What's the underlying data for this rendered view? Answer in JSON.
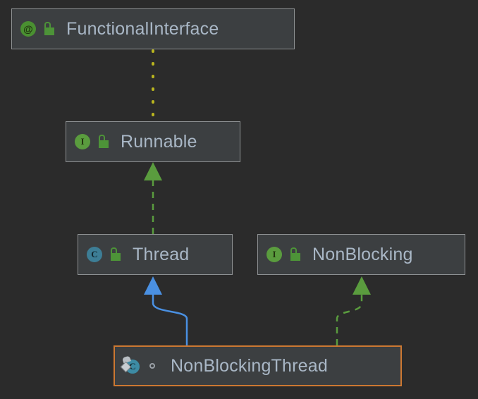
{
  "diagram": {
    "kind": "uml-class-hierarchy",
    "background_color": "#2b2b2b",
    "node_fill_color": "#3c3f41",
    "node_border_color": "#8e9193",
    "selected_border_color": "#cc7832",
    "label_color": "#a9b7c6",
    "nodes": [
      {
        "id": "functional-interface",
        "label": "FunctionalInterface",
        "type_icon": "annotation-icon",
        "type_glyph": "@",
        "type_color": "#4a9031",
        "modifier_icon": "public-unlocked-padlock-icon",
        "selected": false
      },
      {
        "id": "runnable",
        "label": "Runnable",
        "type_icon": "interface-icon",
        "type_glyph": "I",
        "type_color": "#5a9c3e",
        "modifier_icon": "public-unlocked-padlock-icon",
        "selected": false
      },
      {
        "id": "thread",
        "label": "Thread",
        "type_icon": "class-icon",
        "type_glyph": "C",
        "type_color": "#3d7e96",
        "modifier_icon": "public-unlocked-padlock-icon",
        "selected": false
      },
      {
        "id": "nonblocking",
        "label": "NonBlocking",
        "type_icon": "interface-icon",
        "type_glyph": "I",
        "type_color": "#5a9c3e",
        "modifier_icon": "public-unlocked-padlock-icon",
        "selected": false
      },
      {
        "id": "nonblockingthread",
        "label": "NonBlockingThread",
        "type_icon": "current-class-icon",
        "type_glyph": "C",
        "type_color": "#3d8ba4",
        "modifier_icon": "package-private-ring-icon",
        "selected": true
      }
    ],
    "edges": [
      {
        "id": "edge-functionalinterface-runnable",
        "from": "runnable",
        "to": "functional-interface",
        "relation": "annotated-by",
        "style": "dotted",
        "color": "#b9b51f",
        "arrowhead": "none"
      },
      {
        "id": "edge-thread-runnable",
        "from": "thread",
        "to": "runnable",
        "relation": "implements",
        "style": "dashed",
        "color": "#5a9c3e",
        "arrowhead": "filled-triangle"
      },
      {
        "id": "edge-nonblockingthread-thread",
        "from": "nonblockingthread",
        "to": "thread",
        "relation": "extends",
        "style": "solid",
        "color": "#4a90e2",
        "arrowhead": "filled-triangle"
      },
      {
        "id": "edge-nonblockingthread-nonblocking",
        "from": "nonblockingthread",
        "to": "nonblocking",
        "relation": "implements",
        "style": "dashed",
        "color": "#5a9c3e",
        "arrowhead": "filled-triangle"
      }
    ]
  }
}
